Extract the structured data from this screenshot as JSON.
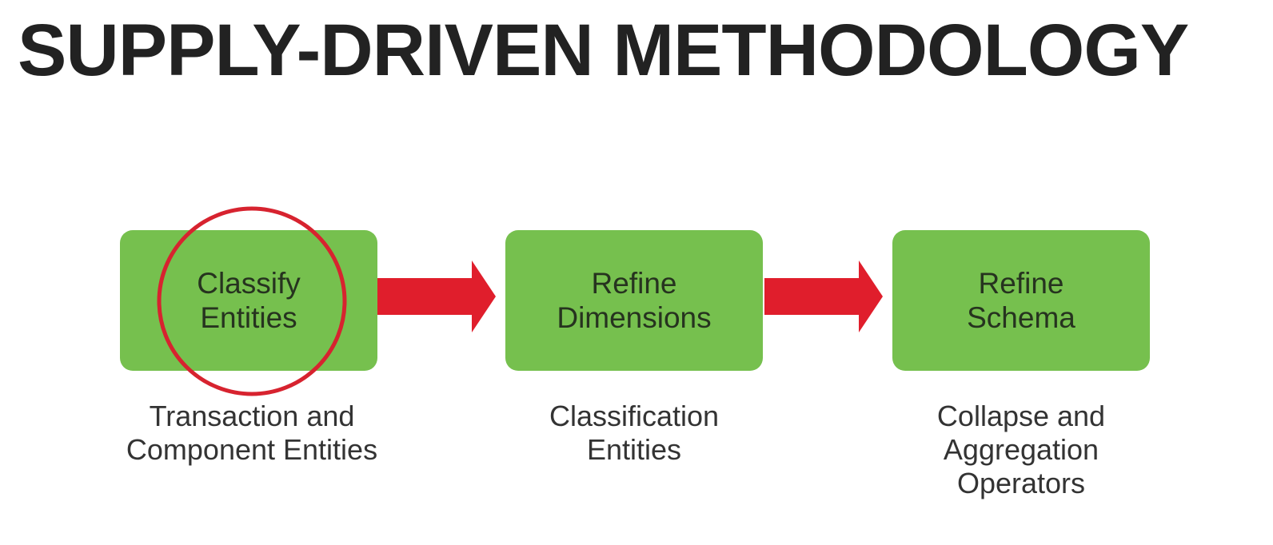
{
  "title": "SUPPLY-DRIVEN METHODOLOGY",
  "colors": {
    "box_fill": "#76c04e",
    "arrow_fill": "#e01e2c",
    "highlight_ring": "#d7232f",
    "title_text": "#222222"
  },
  "steps": [
    {
      "label_lines": [
        "Classify",
        "Entities"
      ],
      "caption_lines": [
        "Transaction and",
        "Component Entities"
      ],
      "highlighted": true
    },
    {
      "label_lines": [
        "Refine",
        "Dimensions"
      ],
      "caption_lines": [
        "Classification",
        "Entities"
      ],
      "highlighted": false
    },
    {
      "label_lines": [
        "Refine",
        "Schema"
      ],
      "caption_lines": [
        "Collapse and",
        "Aggregation",
        "Operators"
      ],
      "highlighted": false
    }
  ],
  "connectors": [
    {
      "from": "Classify Entities",
      "to": "Refine Dimensions",
      "icon": "right-arrow-icon"
    },
    {
      "from": "Refine Dimensions",
      "to": "Refine Schema",
      "icon": "right-arrow-icon"
    }
  ]
}
